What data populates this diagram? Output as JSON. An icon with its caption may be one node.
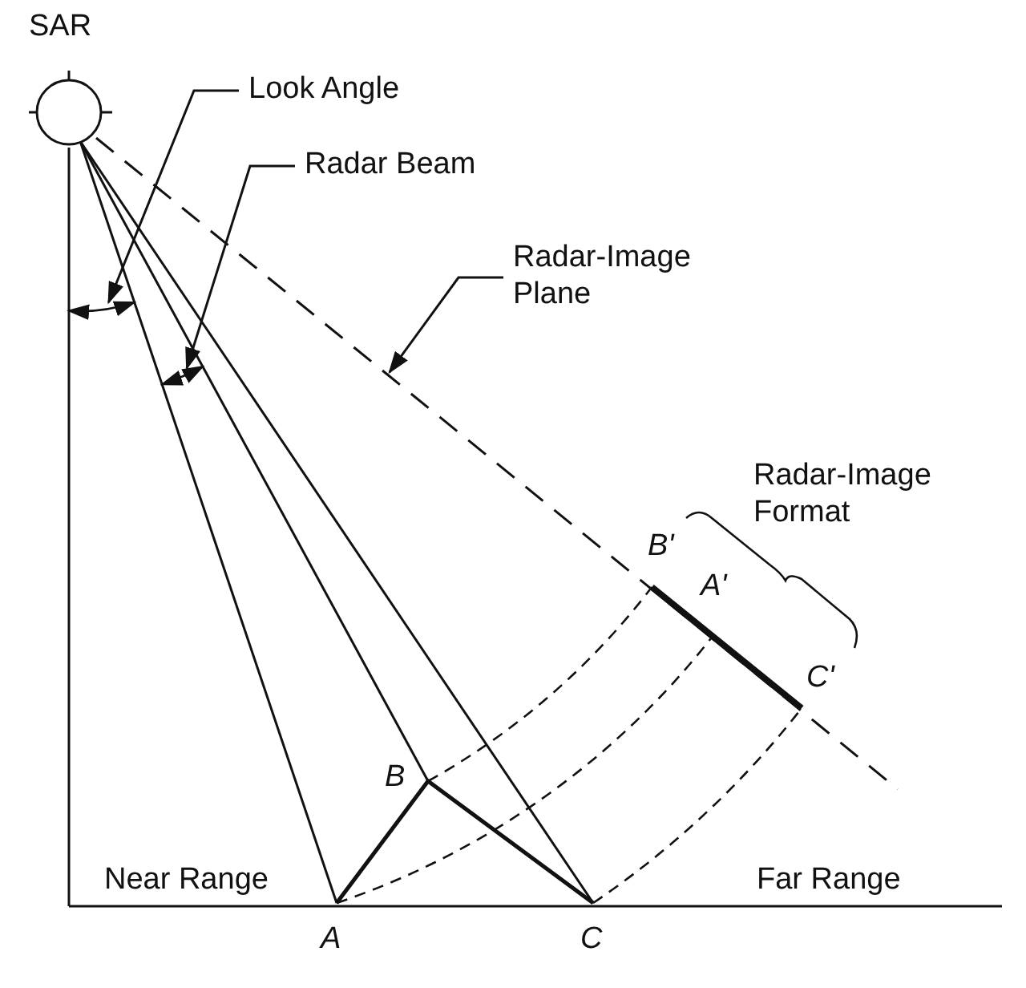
{
  "diagram": {
    "nodes": [
      {
        "text": [
          "SAR"
        ]
      },
      {
        "text": [
          "Look Angle"
        ]
      },
      {
        "text": [
          "Radar Beam"
        ]
      },
      {
        "text": [
          "Radar-Image Plane"
        ]
      },
      {
        "text": [],
        "shape": "arc"
      },
      {
        "text": [],
        "shape": "arc"
      }
    ],
    "edges": [
      {
        "from": 1,
        "to": 4,
        "arrow": "to"
      },
      {
        "from": 2,
        "to": 5,
        "arrow": "to"
      },
      {
        "from": 3,
        "to": null,
        "arrow": "to"
      }
    ],
    "labels": [
      "Radar-Image Format",
      "B'",
      "A'",
      "C'",
      "B",
      "Near Range",
      "Far Range",
      "A",
      "C"
    ]
  }
}
